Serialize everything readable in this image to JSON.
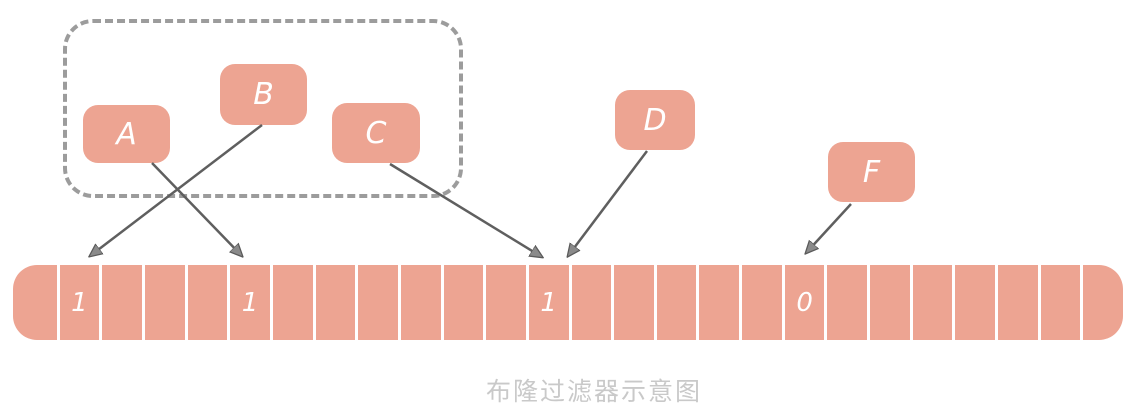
{
  "caption": "布隆过滤器示意图",
  "nodes": {
    "A": {
      "label": "A"
    },
    "B": {
      "label": "B"
    },
    "C": {
      "label": "C"
    },
    "D": {
      "label": "D"
    },
    "F": {
      "label": "F"
    }
  },
  "group": {
    "members": [
      "A",
      "B",
      "C"
    ],
    "style": "dashed-rounded-rectangle"
  },
  "bit_array": {
    "cell_count": 26,
    "cells": [
      "",
      "1",
      "",
      "",
      "",
      "1",
      "",
      "",
      "",
      "",
      "",
      "",
      "1",
      "",
      "",
      "",
      "",
      "",
      "0",
      "",
      "",
      "",
      "",
      "",
      "",
      ""
    ]
  },
  "arrows": [
    {
      "from": "A",
      "to_cell_index": 5
    },
    {
      "from": "B",
      "to_cell_index": 1
    },
    {
      "from": "C",
      "to_cell_index": 12
    },
    {
      "from": "D",
      "to_cell_index": 12
    },
    {
      "from": "F",
      "to_cell_index": 18
    }
  ],
  "colors": {
    "node_fill": "#EDA492",
    "node_text": "#FFFFFF",
    "array_fill": "#EDA492",
    "cell_divider": "#FFFFFF",
    "arrow_line": "#5f5f5f",
    "arrowhead_fill": "#8a8a8a",
    "dashed_border": "#9c9c9c",
    "caption_text": "#C9C9C9",
    "background": "#FFFFFF"
  }
}
